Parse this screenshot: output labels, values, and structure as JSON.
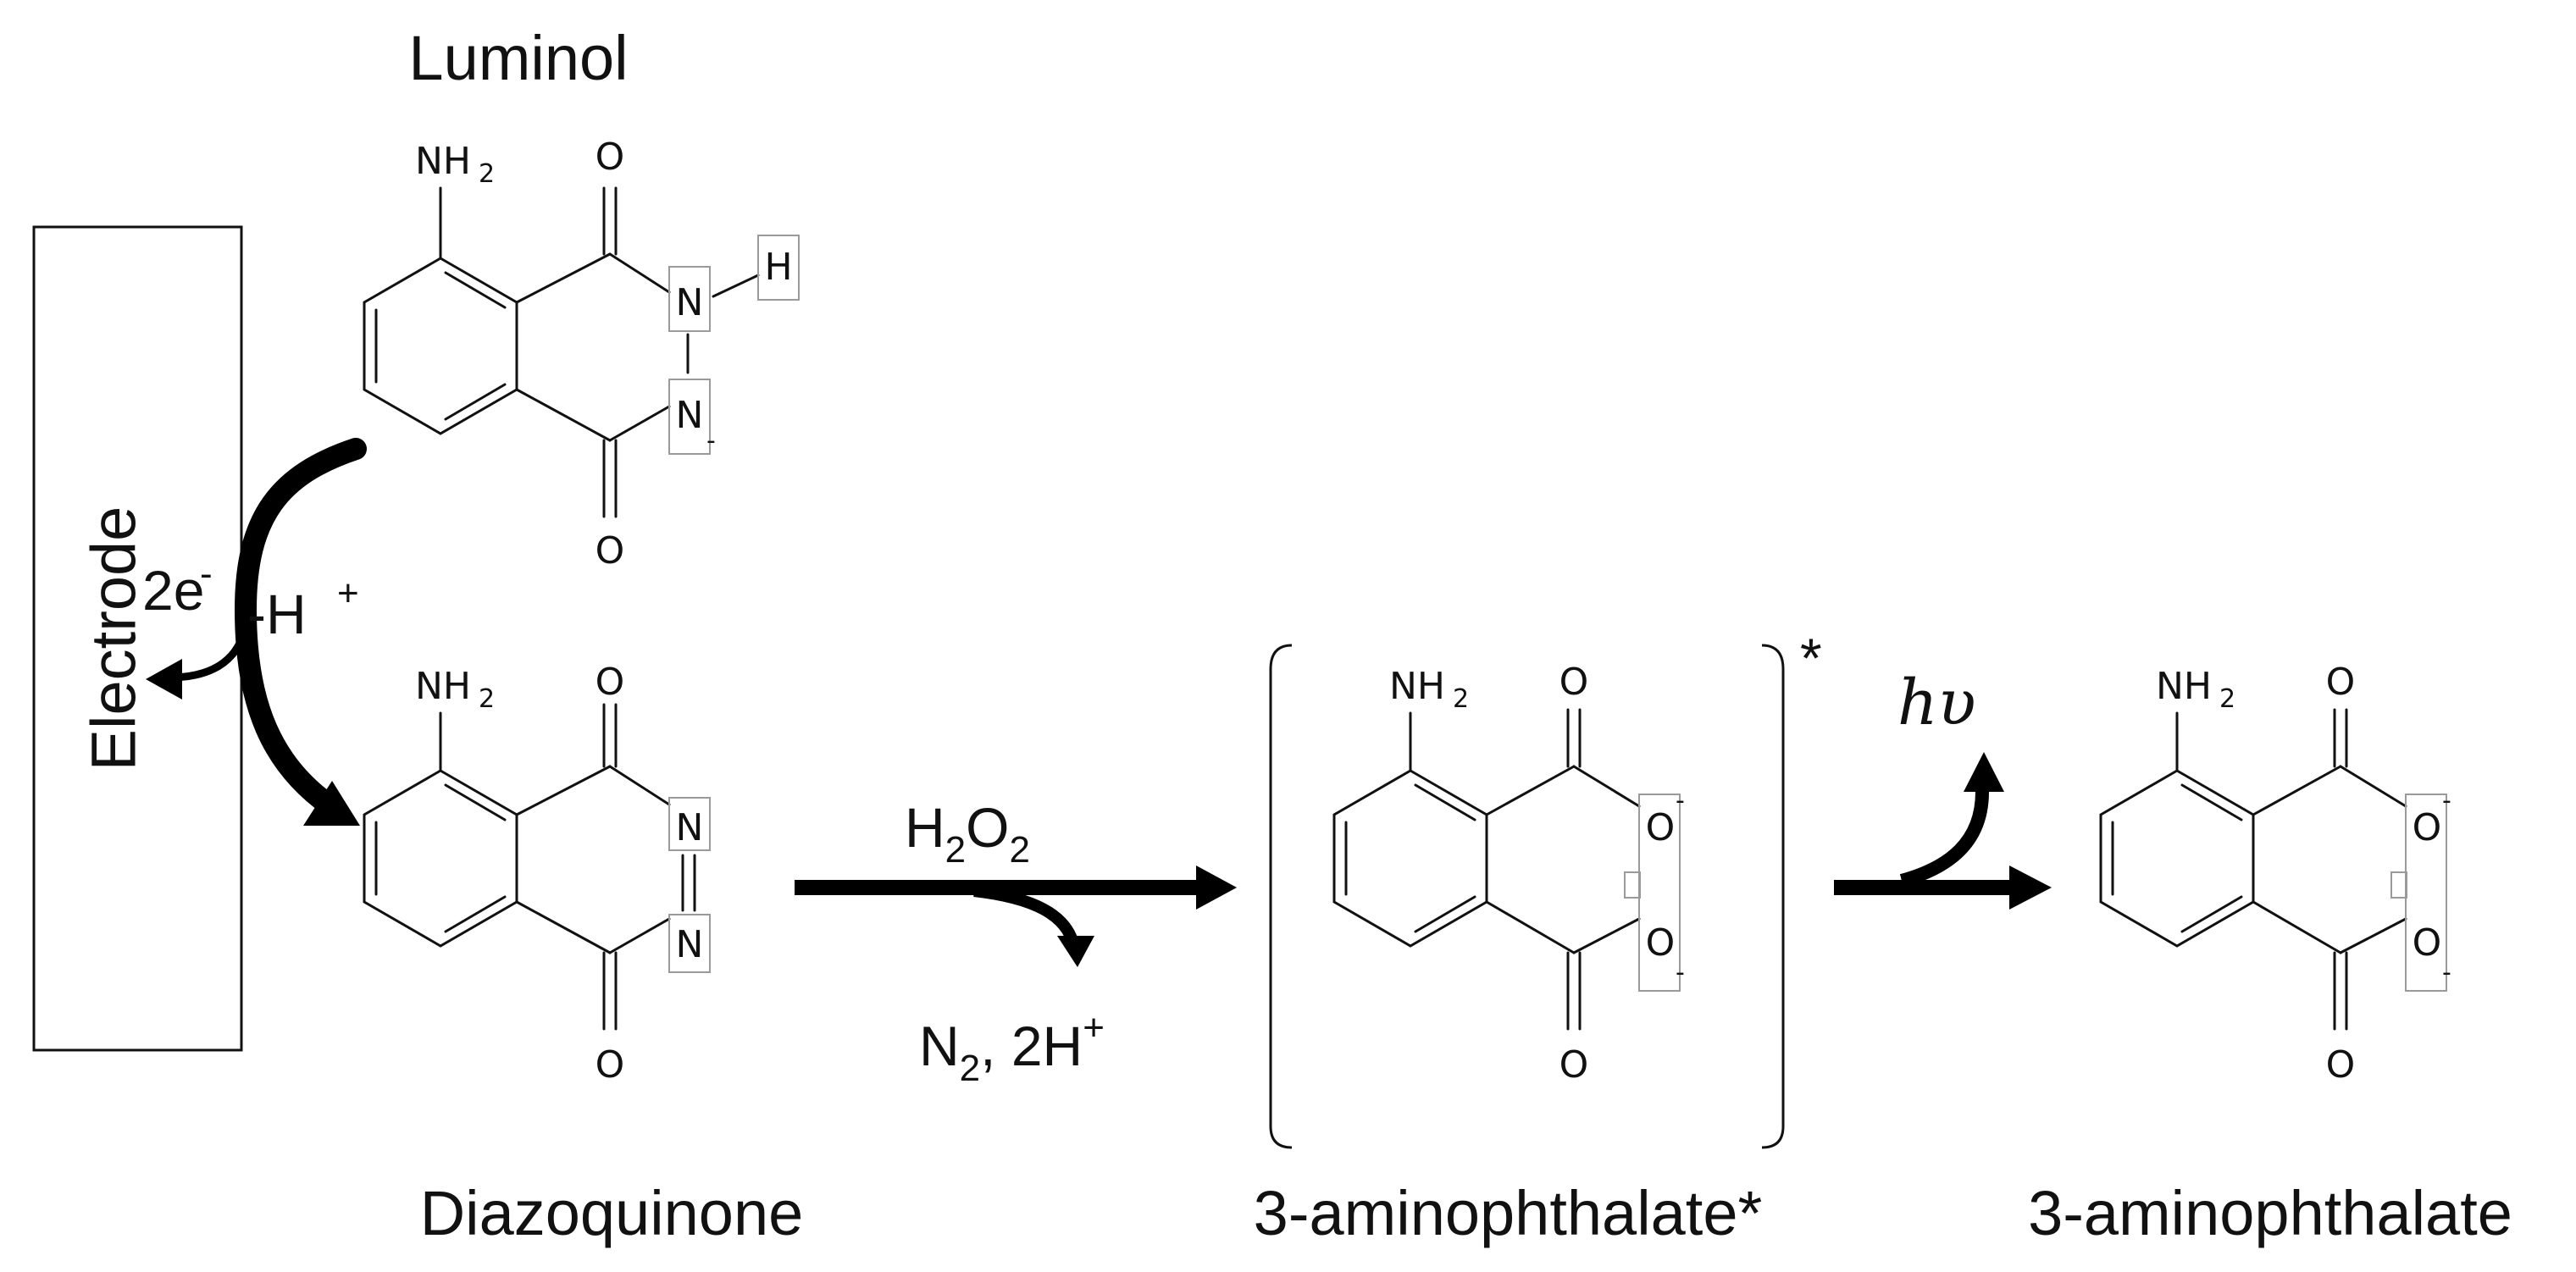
{
  "labels": {
    "luminol": "Luminol",
    "diazoquinone": "Diazoquinone",
    "excited": "3-aminophthalate*",
    "product": "3-aminophthalate",
    "electrode": "Electrode"
  },
  "reagents": {
    "electrons": "2e",
    "electrons_sup": "-",
    "proton_loss": "-H",
    "proton_sup": "+",
    "h2o2_h": "H",
    "h2o2_2a": "2",
    "h2o2_o": "O",
    "h2o2_2b": "2",
    "n2_n": "N",
    "n2_2": "2",
    "n2_rest": ", 2H",
    "n2_sup": "+",
    "light_h": "h",
    "light_v": "υ",
    "excited_mark": "*"
  },
  "atoms": {
    "N": "N",
    "H": "H",
    "O": "O",
    "NH": "NH",
    "sub2": "2",
    "minus": "-"
  }
}
